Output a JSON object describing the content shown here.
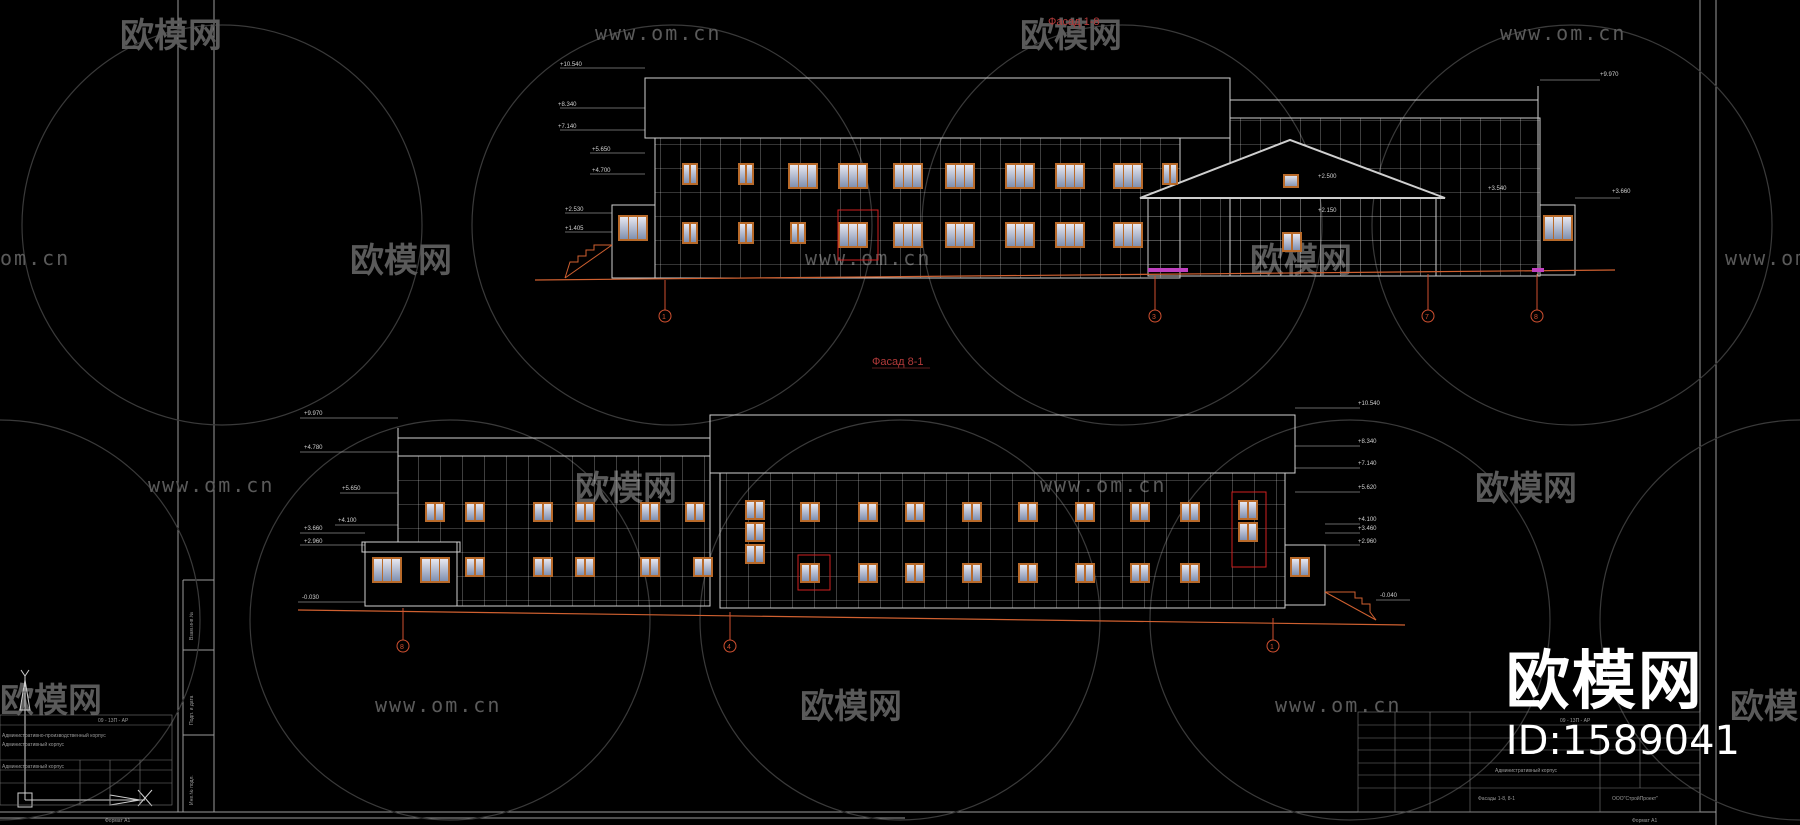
{
  "watermarks": {
    "domain_text": "www.om.cn",
    "domain_text_cut": "om.cn",
    "logo_text": "欧模网"
  },
  "facade_titles": {
    "top": "Фасад 1-8",
    "bottom": "Фасад 8-1"
  },
  "elevation_marks_top": {
    "left": [
      "+10.540",
      "+8.340",
      "+7.140",
      "+5.650",
      "+4.700",
      "+2.530",
      "+1.405"
    ],
    "right": [
      "+9.970",
      "+3.660"
    ],
    "inner": [
      "+3.540",
      "+2.500",
      "+2.150"
    ]
  },
  "elevation_marks_bottom": {
    "left": [
      "+9.970",
      "+4.780",
      "+5.650",
      "+3.660",
      "+4.100",
      "+2.960",
      "-0.030"
    ],
    "right": [
      "+10.540",
      "+8.340",
      "+7.140",
      "+5.620",
      "+4.100",
      "+3.460",
      "+2.960",
      "-0.040"
    ]
  },
  "axis_labels_top": [
    "1",
    "3",
    "7",
    "8"
  ],
  "axis_labels_bottom": [
    "8",
    "4",
    "1"
  ],
  "side_stamp": {
    "code": "09 - 13П - АР",
    "line1": "Административно-производственный корпус",
    "line2": "Административный корпус",
    "line3": "Административный корпус"
  },
  "title_block": {
    "code": "09 - 13П - АР",
    "object": "Административный корпус",
    "sheet": "Фасады 1-8, 8-1",
    "company": "ООО\"СтройПроект\"",
    "format": "Формат А1"
  },
  "vertical_stamp": [
    "Взам.инв.№",
    "Подп. и дата",
    "Инв.№ подл."
  ],
  "brand": {
    "name": "欧模网",
    "id": "ID:1589041"
  }
}
